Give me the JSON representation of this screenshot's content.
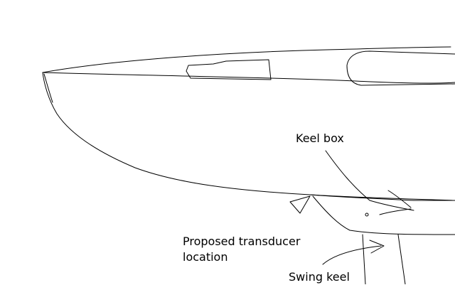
{
  "labels": {
    "keel_box": "Keel box",
    "transducer_line1": "Proposed transducer",
    "transducer_line2": "location",
    "swing_keel": "Swing keel"
  },
  "colors": {
    "ink": "#000000",
    "background": "#ffffff"
  }
}
